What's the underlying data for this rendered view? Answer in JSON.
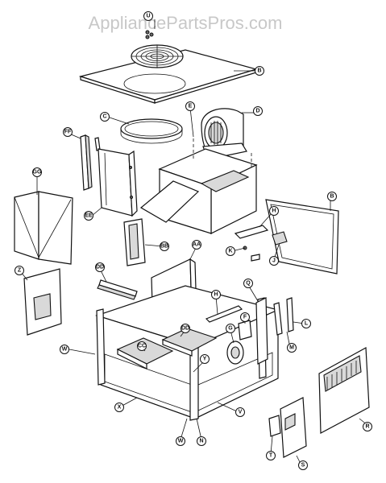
{
  "watermark": "AppliancePartsPros.com",
  "callouts": {
    "U": "U",
    "B_top": "B",
    "C": "C",
    "E": "E",
    "D": "D",
    "FF_top": "FF",
    "GG": "GG",
    "EE": "EE",
    "B_right": "B",
    "H_top": "H",
    "K": "K",
    "J": "J",
    "BB": "BB",
    "AA": "AA",
    "DD_left": "DD",
    "Z": "Z",
    "H_mid": "H",
    "Q": "Q",
    "L": "L",
    "F": "F",
    "G": "G",
    "DD_mid": "DD",
    "CC": "CC",
    "M": "M",
    "W_left": "W",
    "Y": "Y",
    "X": "X",
    "V": "V",
    "W_bottom": "W",
    "N": "N",
    "R": "R",
    "T": "T",
    "S": "S"
  }
}
